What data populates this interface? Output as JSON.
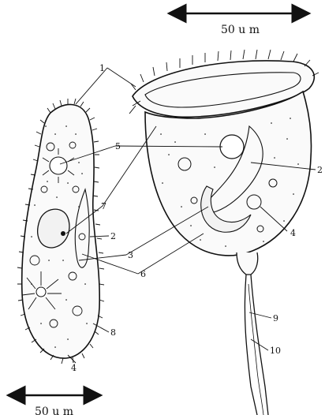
{
  "scale_bars": [
    {
      "id": "top",
      "label": "50 u m"
    },
    {
      "id": "bottom",
      "label": "50 u m"
    }
  ],
  "labels": [
    {
      "id": "l1",
      "text": "1"
    },
    {
      "id": "l5",
      "text": "5"
    },
    {
      "id": "l7",
      "text": "7"
    },
    {
      "id": "l2a",
      "text": "2"
    },
    {
      "id": "l2b",
      "text": "2"
    },
    {
      "id": "l4a",
      "text": "4"
    },
    {
      "id": "l3",
      "text": "3"
    },
    {
      "id": "l6",
      "text": "6"
    },
    {
      "id": "l8",
      "text": "8"
    },
    {
      "id": "l4b",
      "text": "4"
    },
    {
      "id": "l9",
      "text": "9"
    },
    {
      "id": "l10",
      "text": "10"
    }
  ],
  "colors": {
    "ink": "#111111",
    "paper": "#ffffff"
  }
}
